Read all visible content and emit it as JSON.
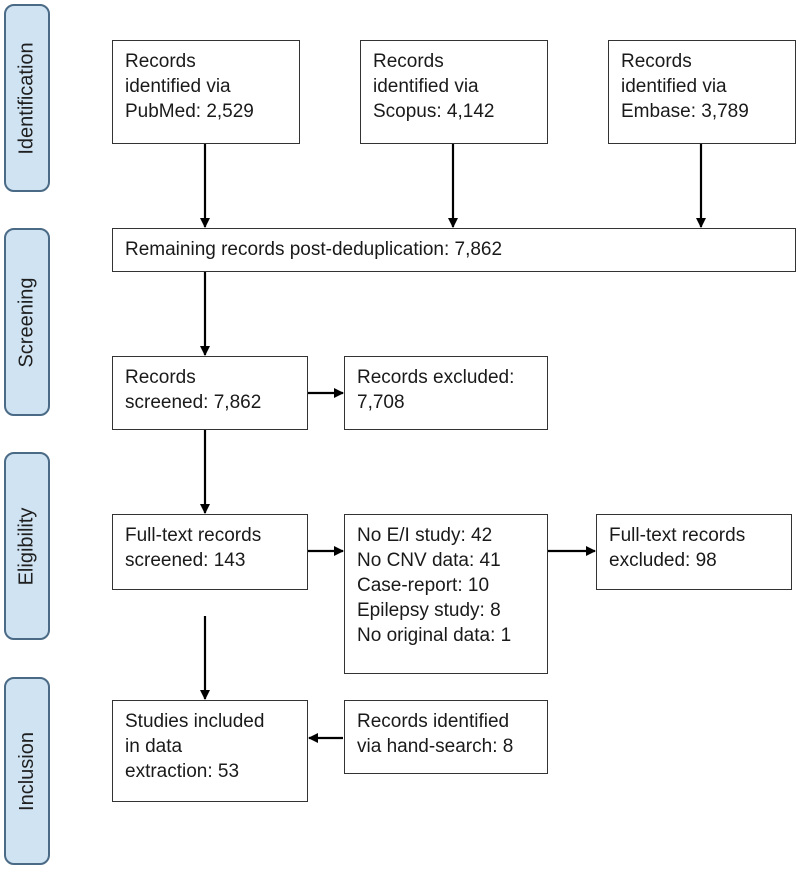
{
  "phases": {
    "identification": "Identification",
    "screening": "Screening",
    "eligibility": "Eligibility",
    "inclusion": "Inclusion"
  },
  "boxes": {
    "pubmed": [
      "Records",
      "identified via",
      "PubMed: 2,529"
    ],
    "scopus": [
      "Records",
      "identified via",
      "Scopus: 4,142"
    ],
    "embase": [
      "Records",
      "identified via",
      "Embase: 3,789"
    ],
    "dedup": [
      "Remaining records post-deduplication: 7,862"
    ],
    "screened": [
      "Records",
      "screened: 7,862"
    ],
    "excluded": [
      "Records excluded:",
      "7,708"
    ],
    "fulltext": [
      "Full-text records",
      "screened: 143"
    ],
    "reasons": [
      "No E/I study: 42",
      "No CNV data: 41",
      "Case-report: 10",
      "Epilepsy study: 8",
      "No original data: 1"
    ],
    "fulltext_excluded": [
      "Full-text records",
      "excluded: 98"
    ],
    "included": [
      "Studies included",
      "in data",
      "extraction: 53"
    ],
    "handsearch": [
      "Records identified",
      "via hand-search: 8"
    ]
  }
}
